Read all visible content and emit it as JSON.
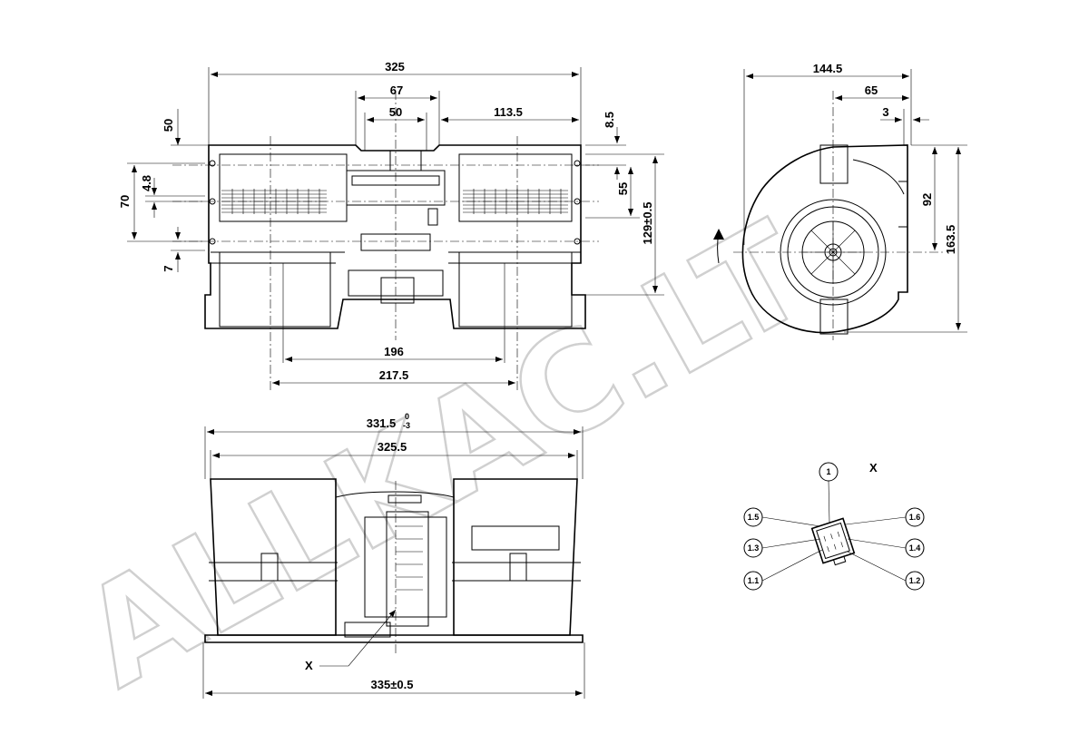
{
  "front_view": {
    "dims": {
      "overall_width": "325",
      "center_span": "67",
      "connector_width": "50",
      "side_offset": "113.5",
      "top_step": "8.5",
      "upper_height": "50",
      "pitch_55": "55",
      "total_height": "129±0.5",
      "inlet_height": "70",
      "gap": "4.8",
      "bottom_gap": "7",
      "inlet_span": "196",
      "outer_span": "217.5"
    }
  },
  "side_view": {
    "dims": {
      "depth": "144.5",
      "axis_offset": "65",
      "flange": "3",
      "axis_height": "92",
      "total_height": "163.5"
    }
  },
  "top_view": {
    "dims": {
      "length": "331.5",
      "length_tol_upper": "0",
      "length_tol_lower": "-3",
      "inner_length": "325.5",
      "base_length": "335±0.5"
    },
    "detail_label": "X"
  },
  "connector_detail": {
    "title": "X",
    "pins": [
      "1",
      "1.5",
      "1.6",
      "1.3",
      "1.4",
      "1.1",
      "1.2"
    ]
  },
  "watermark": "ALLKAC.LT"
}
